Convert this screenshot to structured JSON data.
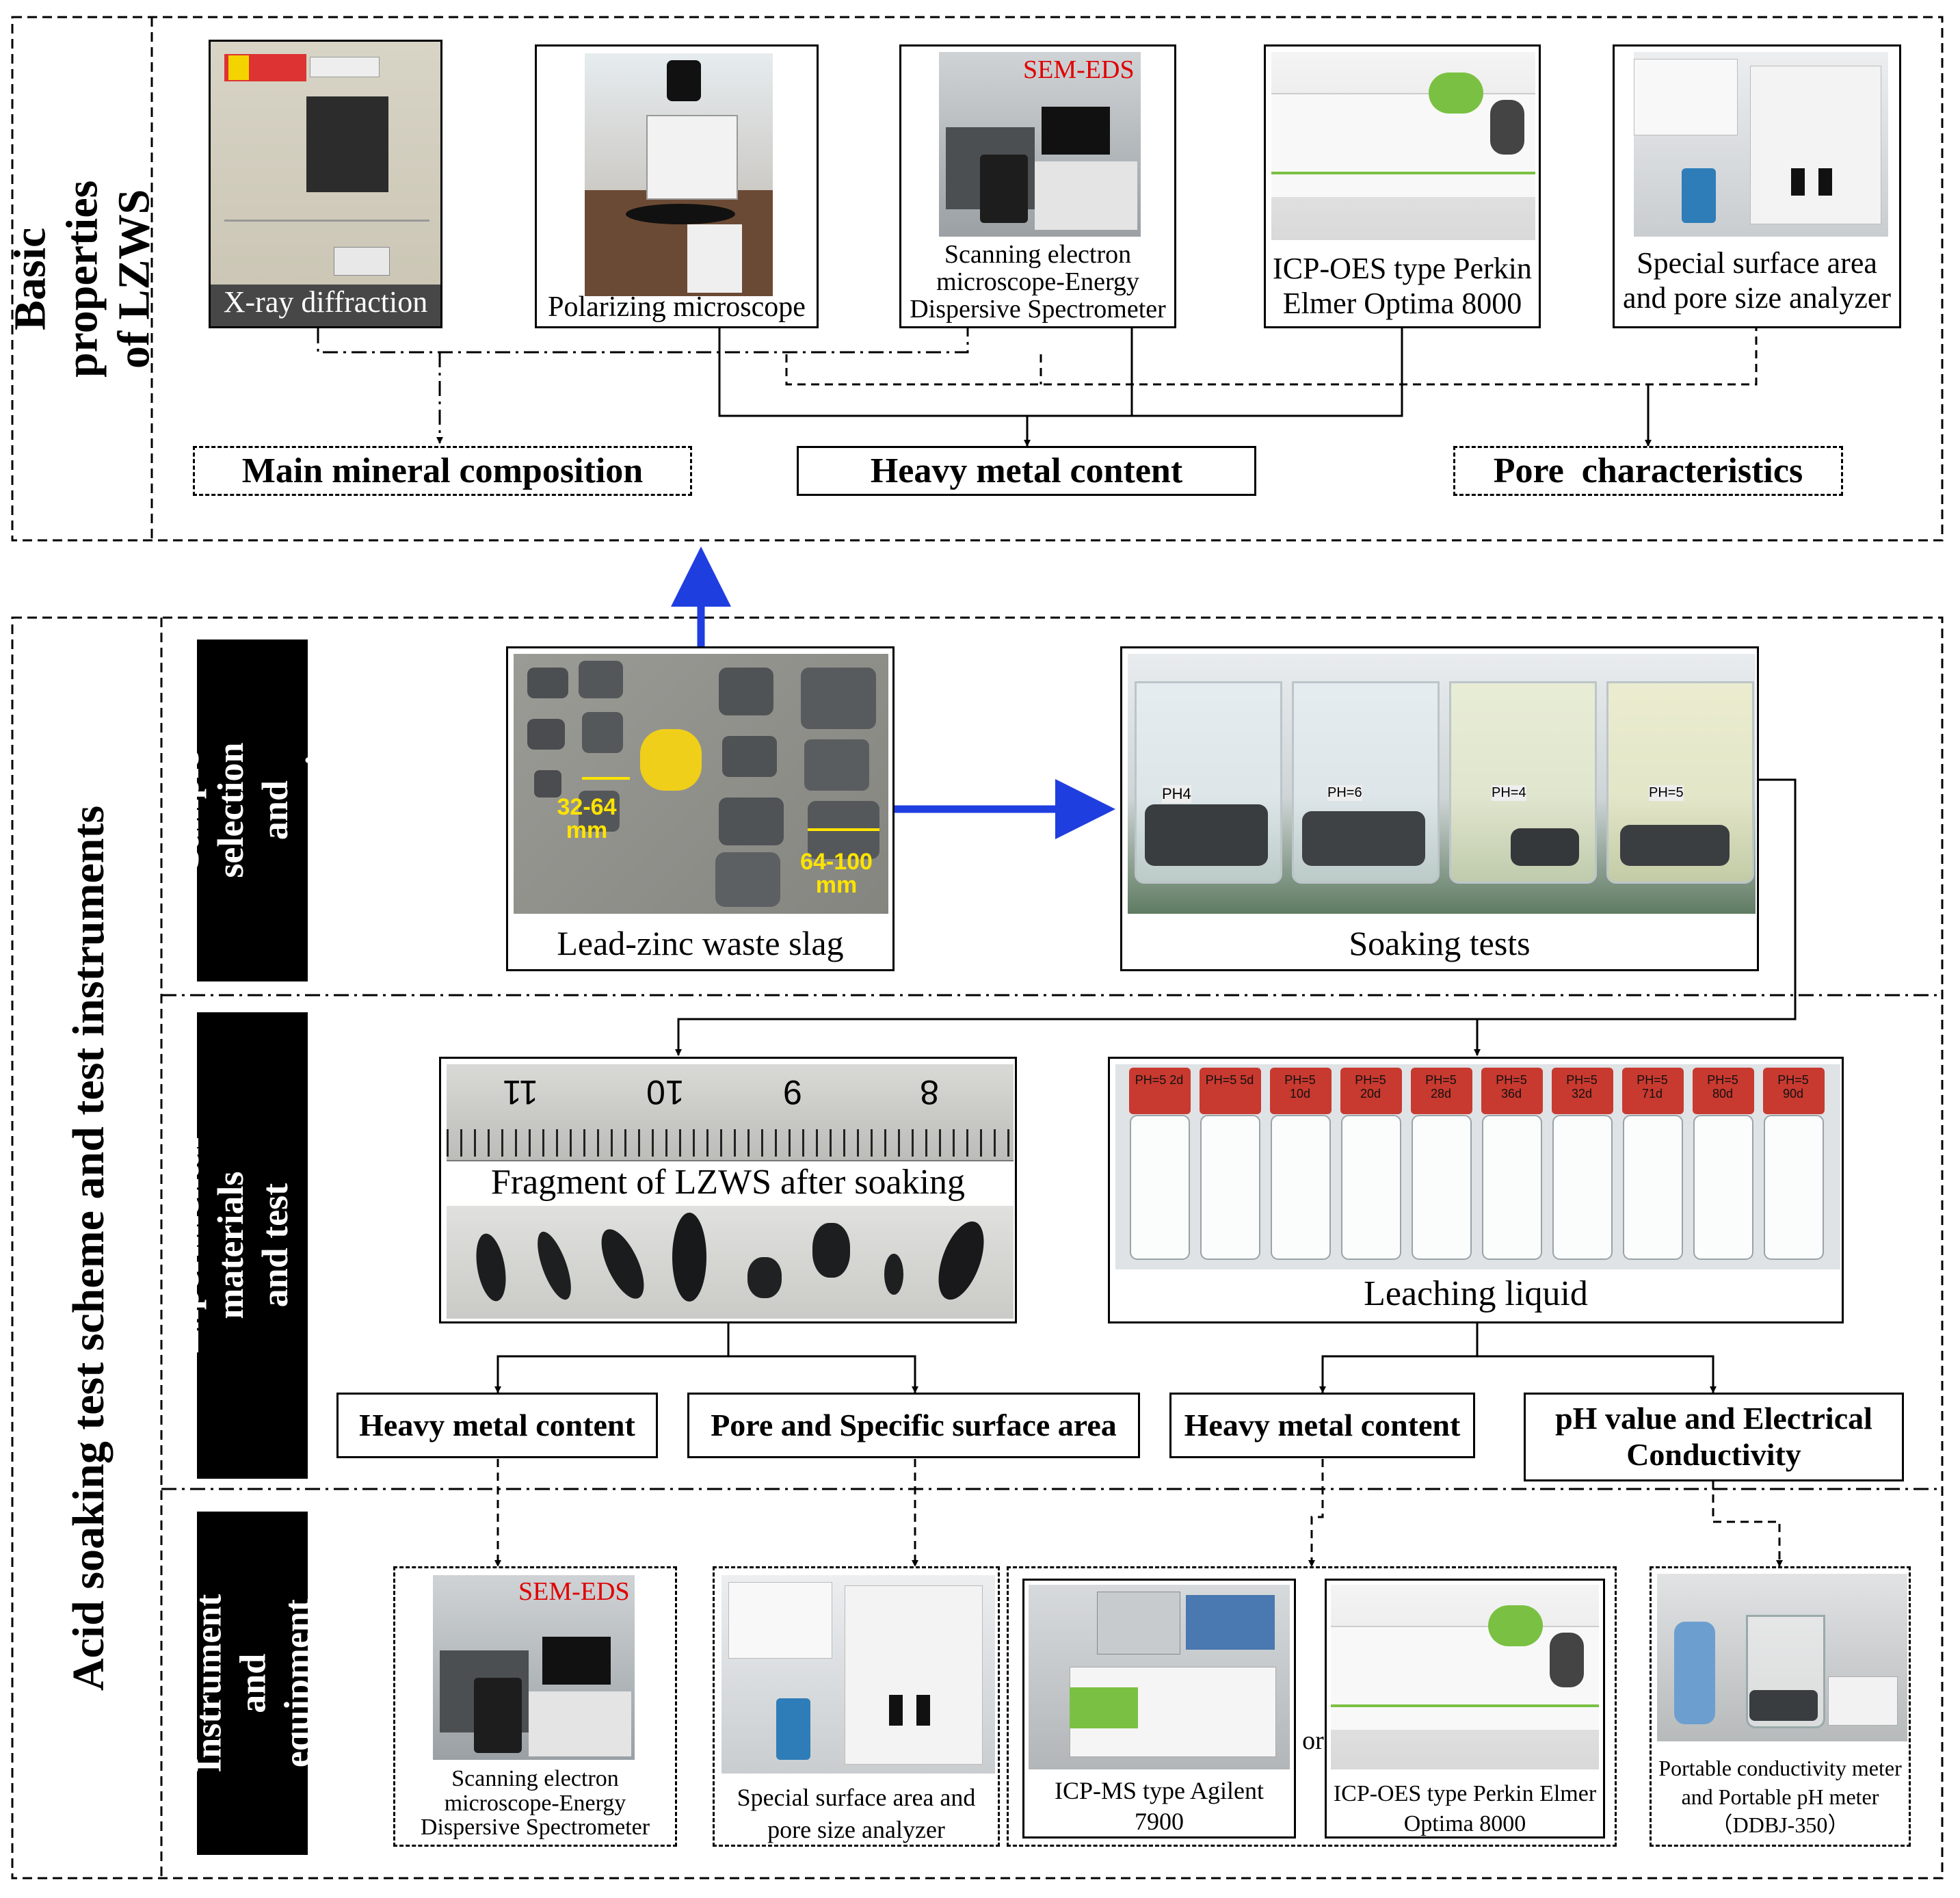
{
  "sections": {
    "basic_properties": "Basic properties of LZWS",
    "acid_soaking": "Acid soaking test scheme and test instruments",
    "sample_selection": "Sample selection and preparation",
    "experimental_materials": "Experimental materials and test contents",
    "instrument_equipment": "Instrument and equipment"
  },
  "top_instruments": {
    "xrd": "X-ray diffraction",
    "polarizing": "Polarizing microscope",
    "sem_caption": "Scanning electron microscope-Energy Dispersive Spectrometer",
    "sem_tag": "SEM-EDS",
    "icp_oes": "ICP-OES type Perkin Elmer Optima 8000",
    "surface_area": "Special surface area and pore size analyzer"
  },
  "top_results": {
    "mineral": "Main mineral composition",
    "heavy_metal": "Heavy metal content",
    "pore": "Pore  characteristics"
  },
  "samples": {
    "slag": "Lead-zinc waste slag",
    "size_small": "32-64 mm",
    "size_large": "64-100 mm",
    "soaking": "Soaking tests",
    "beaker_labels": [
      "PH4",
      "PH=6",
      "PH=4",
      "PH=5"
    ]
  },
  "materials": {
    "fragment": "Fragment of LZWS after soaking",
    "ruler_ticks": [
      "11",
      "10",
      "9",
      "8"
    ],
    "leaching": "Leaching liquid",
    "vial_labels": [
      "PH=5 2d",
      "PH=5 5d",
      "PH=5 10d",
      "PH=5 20d",
      "PH=5 28d",
      "PH=5 36d",
      "PH=5 32d",
      "PH=5 71d",
      "PH=5 80d",
      "PH=5 90d"
    ]
  },
  "tests": {
    "heavy_metal_1": "Heavy metal content",
    "pore_surface": "Pore and Specific surface area",
    "heavy_metal_2": "Heavy metal content",
    "ph_ec": "pH value and Electrical Conductivity"
  },
  "equipment": {
    "sem_caption": "Scanning electron microscope-Energy Dispersive Spectrometer",
    "sem_tag": "SEM-EDS",
    "surface_area": "Special surface area and pore size analyzer",
    "icp_ms": "ICP-MS type Agilent 7900",
    "or": "or",
    "icp_oes": "ICP-OES type Perkin Elmer Optima 8000",
    "portable": "Portable conductivity meter and Portable pH meter（DDBJ-350）"
  },
  "colors": {
    "arrow_blue": "#1f3ee0",
    "sem_red": "#e00000",
    "size_yellow": "#ffe400",
    "icp_green": "#7ac143",
    "frame": "#000000"
  }
}
